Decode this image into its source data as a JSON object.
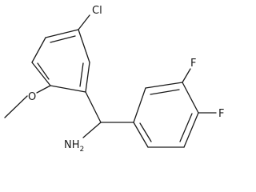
{
  "atoms": {
    "chlorine": "Cl",
    "oxygen": "O",
    "amine": "NH",
    "amine_subscript": "2",
    "fluorine_top": "F",
    "fluorine_right": "F"
  }
}
